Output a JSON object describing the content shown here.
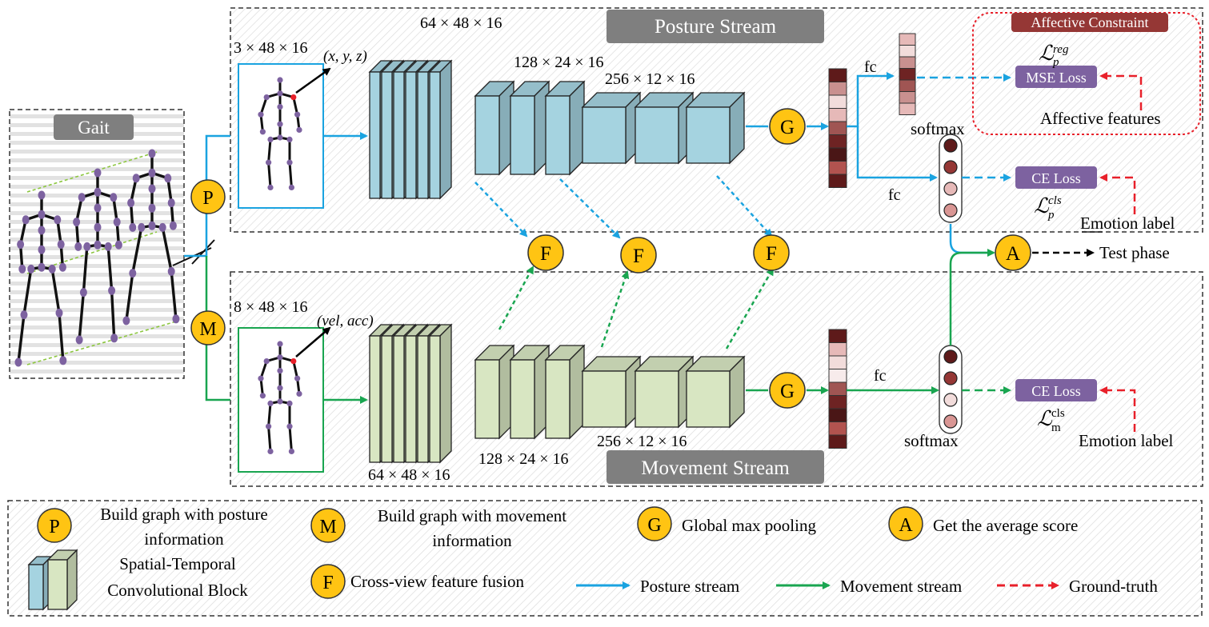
{
  "gait": {
    "title": "Gait"
  },
  "streams": {
    "posture": {
      "title": "Posture Stream",
      "input_dim": "3 × 48 × 16",
      "input_coord": "(x, y, z)",
      "block_dims": [
        "64 × 48 × 16",
        "128 × 24 × 16",
        "256 × 12 × 16"
      ]
    },
    "movement": {
      "title": "Movement Stream",
      "input_dim": "8 × 48 × 16",
      "input_coord": "(vel, acc)",
      "block_dims": [
        "64 × 48 × 16",
        "128 × 24 × 16",
        "256 × 12 × 16"
      ]
    }
  },
  "nodes": {
    "posture_graph": "P",
    "movement_graph": "M",
    "global_pool": "G",
    "fusion": "F",
    "average": "A"
  },
  "head": {
    "fc": "fc",
    "softmax": "softmax",
    "mse_loss": "MSE Loss",
    "ce_loss": "CE Loss",
    "affective_constraint": "Affective Constraint",
    "affective_features": "Affective features",
    "emotion_label": "Emotion label",
    "test_phase": "Test phase",
    "loss_symbol": "ℒ",
    "loss_reg_sub": "p",
    "loss_reg_sup": "reg",
    "loss_cls_p_sub": "p",
    "loss_cls_p_sup": "cls",
    "loss_cls_m_sub": "m",
    "loss_cls_m_sup": "cls"
  },
  "legend": {
    "p_line1": "Build graph with posture",
    "p_line2": "information",
    "m_line1": "Build graph with movement",
    "m_line2": "information",
    "g_text": "Global max pooling",
    "a_text": "Get the average score",
    "block_line1": "Spatial-Temporal",
    "block_line2": "Convolutional Block",
    "f_text": "Cross-view feature fusion",
    "posture_arrow": "Posture stream",
    "movement_arrow": "Movement stream",
    "gt_arrow": "Ground-truth"
  },
  "colors": {
    "posture": "#1aa3e0",
    "movement": "#19a550",
    "ground_truth": "#e8202a",
    "block_posture": "#a5d3e0",
    "block_movement": "#d8e6c2",
    "node_fill": "#ffc413",
    "loss_box": "#7d62a0",
    "affective_title": "#953735",
    "stream_title": "#7f7f7f"
  }
}
